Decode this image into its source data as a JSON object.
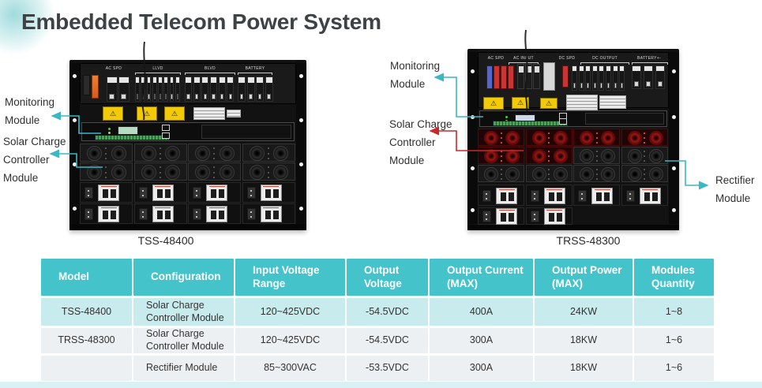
{
  "page": {
    "title": "Embedded Telecom Power System"
  },
  "products": {
    "left": {
      "caption": "TSS-48400",
      "panel_labels": [
        "AC SPD",
        "LLVD",
        "BLVD",
        "BATTERY"
      ]
    },
    "right": {
      "caption": "TRSS-48300",
      "panel_labels": [
        "AC SPD",
        "AC INPUT",
        "DC SPD",
        "DC OUTPUT",
        "BATTERY+-"
      ]
    }
  },
  "callouts": {
    "left_monitoring": "Monitoring Module",
    "left_solar": "Solar Charge Controller Module",
    "right_monitoring": "Monitoring Module",
    "right_solar": "Solar Charge Controller Module",
    "right_rectifier": "Rectifier Module"
  },
  "colors": {
    "accent_teal": "#45c3ca",
    "row_highlight": "#c8ebee",
    "row_alt": "#edf0f3",
    "arrow_teal": "#3bb7c6",
    "arrow_red": "#c9292b",
    "bottom_strip": "#d9f1f3"
  },
  "table": {
    "headers": [
      "Model",
      "Configuration",
      "Input Voltage Range",
      "Output Voltage",
      "Output Current (MAX)",
      "Output Power (MAX)",
      "Modules Quantity"
    ],
    "rows": [
      [
        "TSS-48400",
        "Solar Charge Controller Module",
        "120~425VDC",
        "-54.5VDC",
        "400A",
        "24KW",
        "1~8"
      ],
      [
        "TRSS-48300",
        "Solar Charge Controller Module",
        "120~425VDC",
        "-54.5VDC",
        "300A",
        "18KW",
        "1~6"
      ],
      [
        "",
        "Rectifier Module",
        "85~300VAC",
        "-53.5VDC",
        "300A",
        "18KW",
        "1~6"
      ]
    ]
  }
}
